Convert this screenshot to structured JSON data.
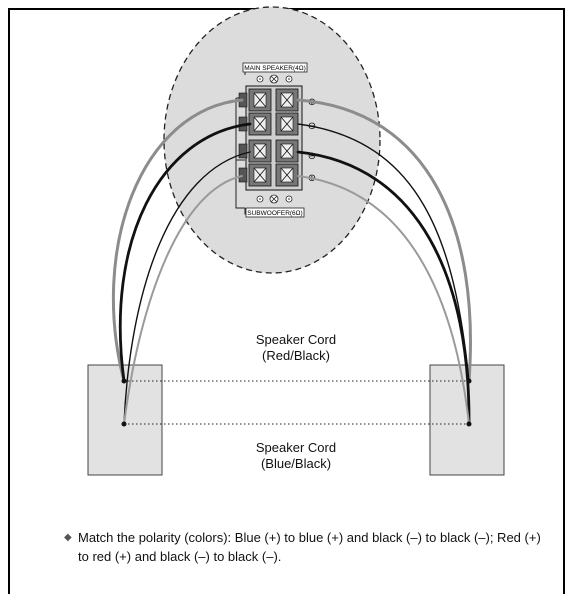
{
  "terminal_block": {
    "top_label": "MAIN SPEAKER(4Ω)",
    "bottom_label": "SUBWOOFER(6Ω)",
    "symbols": [
      "⊕",
      "⊖",
      "⊖",
      "⊕"
    ]
  },
  "cords": {
    "top": {
      "line1": "Speaker Cord",
      "line2": "(Red/Black)"
    },
    "bottom": {
      "line1": "Speaker Cord",
      "line2": "(Blue/Black)"
    }
  },
  "note": {
    "bullet": "◆",
    "text": "Match the polarity (colors): Blue (+) to blue (+) and black (–) to black (–); Red (+) to red (+) and black (–) to black (–)."
  }
}
